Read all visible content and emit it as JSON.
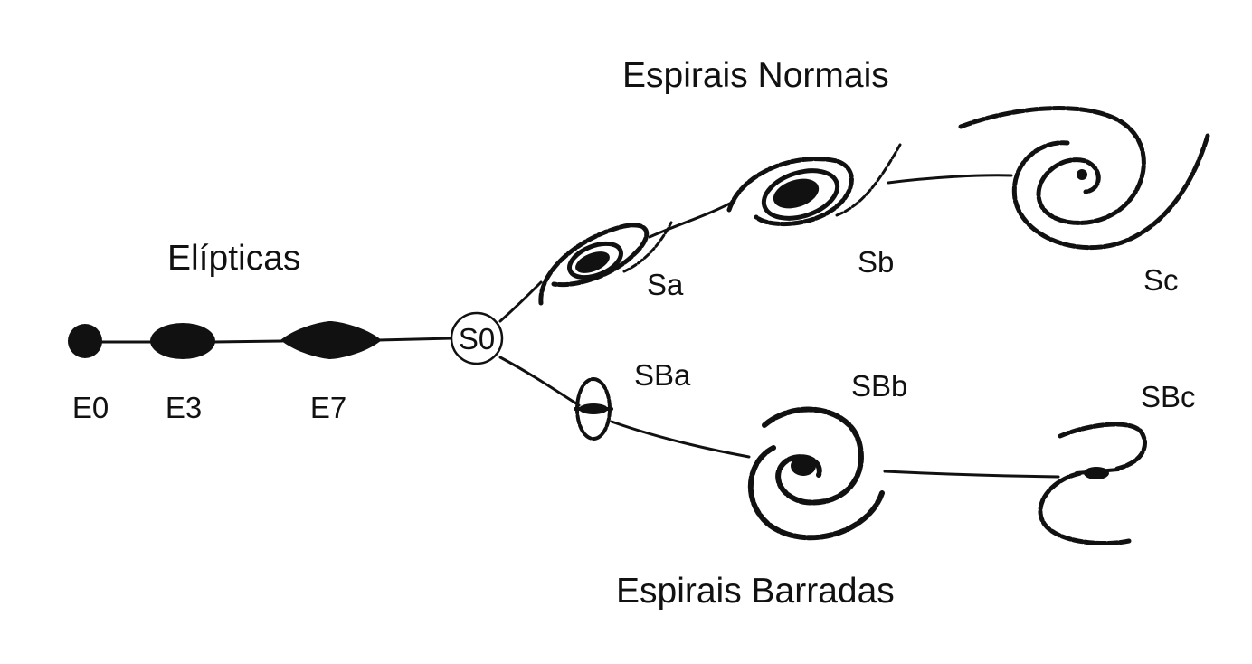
{
  "groups": {
    "elliptical": "Elípticas",
    "normal_spirals": "Espirais Normais",
    "barred_spirals": "Espirais Barradas"
  },
  "classes": {
    "e0": "E0",
    "e3": "E3",
    "e7": "E7",
    "s0": "S0",
    "sa": "Sa",
    "sb": "Sb",
    "sc": "Sc",
    "sba": "SBa",
    "sbb": "SBb",
    "sbc": "SBc"
  },
  "colors": {
    "ink": "#111111",
    "background": "#ffffff"
  }
}
